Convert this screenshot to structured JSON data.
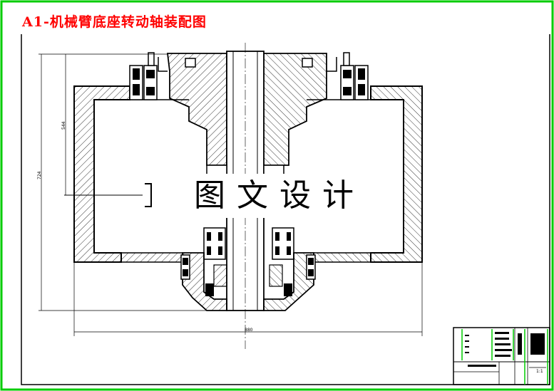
{
  "drawing": {
    "title": "A1-机械臂底座转动轴装配图",
    "watermark": "图文设计",
    "dimensions": {
      "height_inner": "544",
      "height_outer": "724",
      "width_total": "880"
    },
    "title_block": {
      "scale": "1:1"
    }
  },
  "colors": {
    "border": "#00cc00",
    "title": "#ff0000",
    "line": "#000000",
    "hatch": "#000000"
  }
}
